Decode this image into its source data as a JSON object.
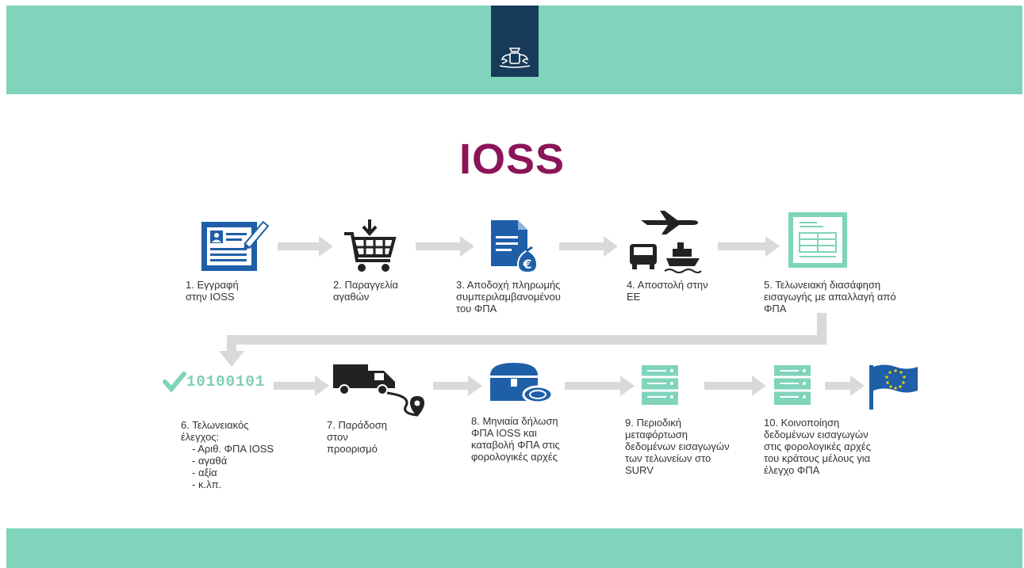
{
  "title": "IOSS",
  "binary_text": "10100101",
  "colors": {
    "band": "#7fd4bb",
    "logo_bg": "#173a5b",
    "title": "#8c1458",
    "blue_icon": "#1f5fa8",
    "teal_icon": "#7fd4bb",
    "arrow": "#d9d9d9"
  },
  "steps": [
    {
      "icon": "registration-form-icon",
      "label": "1. Εγγραφή\nστην IOSS"
    },
    {
      "icon": "shopping-cart-icon",
      "label": "2. Παραγγελία\nαγαθών"
    },
    {
      "icon": "invoice-payment-icon",
      "label": "3. Αποδοχή πληρωμής\nσυμπεριλαμβανομένου\nτου ΦΠΑ"
    },
    {
      "icon": "transport-icon",
      "label": "4. Αποστολή στην\nΕΕ"
    },
    {
      "icon": "import-declaration-icon",
      "label": "5. Τελωνειακή διασάφηση\nεισαγωγής με απαλλαγή από\nΦΠΑ"
    },
    {
      "icon": "customs-check-icon",
      "label": "6. Τελωνειακός\nέλεγχος:",
      "items": [
        "Αριθ. ΦΠΑ IOSS",
        "αγαθά",
        "αξία",
        "κ.λπ."
      ]
    },
    {
      "icon": "delivery-truck-icon",
      "label": "7. Παράδοση\nστον\nπροορισμό"
    },
    {
      "icon": "treasure-chest-icon",
      "label": "8. Μηνιαία δήλωση\nΦΠΑ IOSS και\nκαταβολή ΦΠΑ στις\nφορολογικές αρχές"
    },
    {
      "icon": "server-upload-icon",
      "label": "9. Περιοδική\nμεταφόρτωση\nδεδομένων εισαγωγών\nτων τελωνείων στο\nSURV"
    },
    {
      "icon": "server-share-icon",
      "label": "10. Κοινοποίηση\nδεδομένων εισαγωγών\nστις φορολογικές αρχές\nτου κράτους μέλους για\nέλεγχο ΦΠΑ"
    }
  ]
}
